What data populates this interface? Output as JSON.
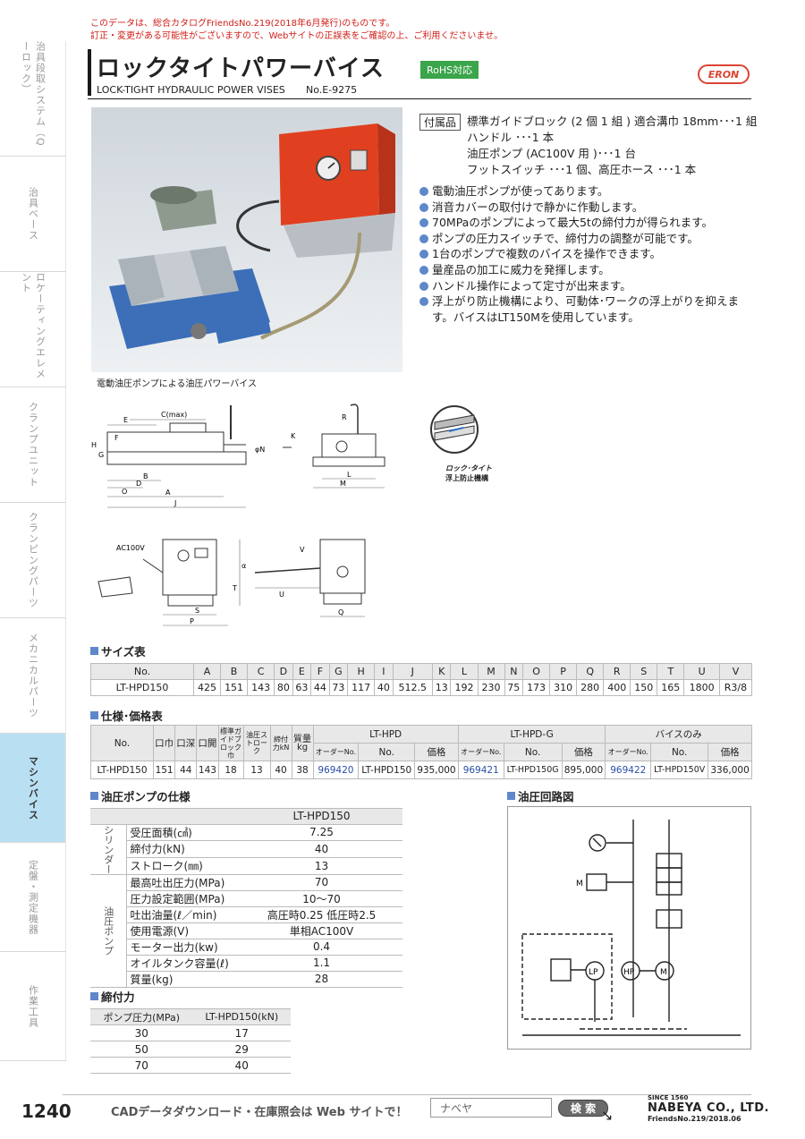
{
  "notice": {
    "line1": "このデータは、総合カタログFriendsNo.219(2018年6月発行)のものです。",
    "line2": "訂正・変更がある可能性がございますので、Webサイトの正誤表をご確認の上、ご利用くださいませ。"
  },
  "sidebar": {
    "items": [
      {
        "label": "治具段取システム（Qーロック）"
      },
      {
        "label": "治具ベース"
      },
      {
        "label": "ロケーティングエレメント"
      },
      {
        "label": "クランプユニット"
      },
      {
        "label": "クランピングパーツ"
      },
      {
        "label": "メカニカルパーツ"
      },
      {
        "label": "マシンバイス"
      },
      {
        "label": "定盤・測定機器"
      },
      {
        "label": "作業工具"
      }
    ]
  },
  "header": {
    "title": "ロックタイトパワーバイス",
    "badge": "RoHS対応",
    "subtitle": "LOCK-TIGHT HYDRAULIC POWER VISES",
    "model_no": "No.E-9275",
    "logo": "ERON"
  },
  "photo": {
    "caption": "電動油圧ポンプによる油圧パワーバイス"
  },
  "accessories": {
    "label": "付属品",
    "lines": [
      "標準ガイドブロック (2 個 1 組 ) 適合溝巾 18mm･･･1 組",
      "ハンドル ･･･1 本",
      "油圧ポンプ (AC100V 用 )･･･1 台",
      "フットスイッチ ･･･1 個、高圧ホース ･･･1 本"
    ]
  },
  "features": [
    "電動油圧ポンプが使ってあります。",
    "消音カバーの取付けで静かに作動します。",
    "70MPaのポンプによって最大5tの締付力が得られます。",
    "ポンプの圧力スイッチで、締付力の調整が可能です。",
    "1台のポンプで複数のバイスを操作できます。",
    "量産品の加工に威力を発揮します。",
    "ハンドル操作によって定寸が出来ます。",
    "浮上がり防止機構により、可動体･ワークの浮上がりを抑えます。バイスはLT150Mを使用しています。"
  ],
  "drawings": {
    "labels": {
      "E": "E",
      "Cmax": "C(max)",
      "H": "H",
      "G": "G",
      "F": "F",
      "B": "B",
      "D": "D",
      "O": "O",
      "A": "A",
      "J": "J",
      "N": "φN",
      "K": "K",
      "R": "R",
      "L": "L",
      "M": "M",
      "ac": "AC100V",
      "T": "T",
      "S": "S",
      "P": "P",
      "alpha": "α",
      "V": "V",
      "U": "U",
      "Q": "Q"
    },
    "lock_label_1": "ロック･タイト",
    "lock_label_2": "浮上防止機構"
  },
  "size_table": {
    "heading": "サイズ表",
    "header": [
      "No.",
      "A",
      "B",
      "C",
      "D",
      "E",
      "F",
      "G",
      "H",
      "I",
      "J",
      "K",
      "L",
      "M",
      "N",
      "O",
      "P",
      "Q",
      "R",
      "S",
      "T",
      "U",
      "V"
    ],
    "row": [
      "LT-HPD150",
      "425",
      "151",
      "143",
      "80",
      "63",
      "44",
      "73",
      "117",
      "40",
      "512.5",
      "13",
      "192",
      "230",
      "75",
      "173",
      "310",
      "280",
      "400",
      "150",
      "165",
      "1800",
      "R3/8"
    ]
  },
  "spec_table": {
    "heading": "仕様･価格表",
    "col_no": "No.",
    "col_width": "口巾",
    "col_depth": "口深",
    "col_open": "口開",
    "col_guide": "標準ガイドブロック巾",
    "col_stroke": "油圧ストローク",
    "col_force": "締付力kN",
    "col_mass": "質量kg",
    "groups": [
      "LT-HPD",
      "LT-HPD-G",
      "バイスのみ"
    ],
    "order_label": "オーダーNo.",
    "no_label": "No.",
    "price_label": "価格",
    "row": {
      "no": "LT-HPD150",
      "width": "151",
      "depth": "44",
      "open": "143",
      "guide": "18",
      "stroke": "13",
      "force": "40",
      "mass": "38",
      "o1": "969420",
      "n1": "LT-HPD150",
      "p1": "935,000",
      "o2": "969421",
      "n2": "LT-HPD150G",
      "p2": "895,000",
      "o3": "969422",
      "n3": "LT-HPD150V",
      "p3": "336,000"
    }
  },
  "pump_table": {
    "heading": "油圧ポンプの仕様",
    "model": "LT-HPD150",
    "group_cyl": "シリンダー",
    "group_pump": "油圧ポンプ",
    "rows": [
      {
        "name": "受圧面積(㎠)",
        "value": "7.25"
      },
      {
        "name": "締付力(kN)",
        "value": "40"
      },
      {
        "name": "ストローク(㎜)",
        "value": "13"
      },
      {
        "name": "最高吐出圧力(MPa)",
        "value": "70"
      },
      {
        "name": "圧力設定範囲(MPa)",
        "value": "10～70"
      },
      {
        "name": "吐出油量(ℓ／min)",
        "value": "高圧時0.25  低圧時2.5"
      },
      {
        "name": "使用電源(V)",
        "value": "単相AC100V"
      },
      {
        "name": "モーター出力(kw)",
        "value": "0.4"
      },
      {
        "name": "オイルタンク容量(ℓ)",
        "value": "1.1"
      },
      {
        "name": "質量(kg)",
        "value": "28"
      }
    ]
  },
  "clamp_table": {
    "heading": "締付力",
    "header": [
      "ポンプ圧力(MPa)",
      "LT-HPD150(kN)"
    ],
    "rows": [
      [
        "30",
        "17"
      ],
      [
        "50",
        "29"
      ],
      [
        "70",
        "40"
      ]
    ]
  },
  "circuit": {
    "heading": "油圧回路図",
    "lp": "LP",
    "hp": "HP",
    "m": "M",
    "mw": "M"
  },
  "footer": {
    "page": "1240",
    "cad_text": "CADデータダウンロード・在庫照会は Web サイトで！",
    "search_value": "ナベヤ",
    "search_button": "検 索",
    "since": "SINCE 1560",
    "company": "NABEYA CO., LTD.",
    "catalog": "FriendsNo.219/2018.06"
  }
}
